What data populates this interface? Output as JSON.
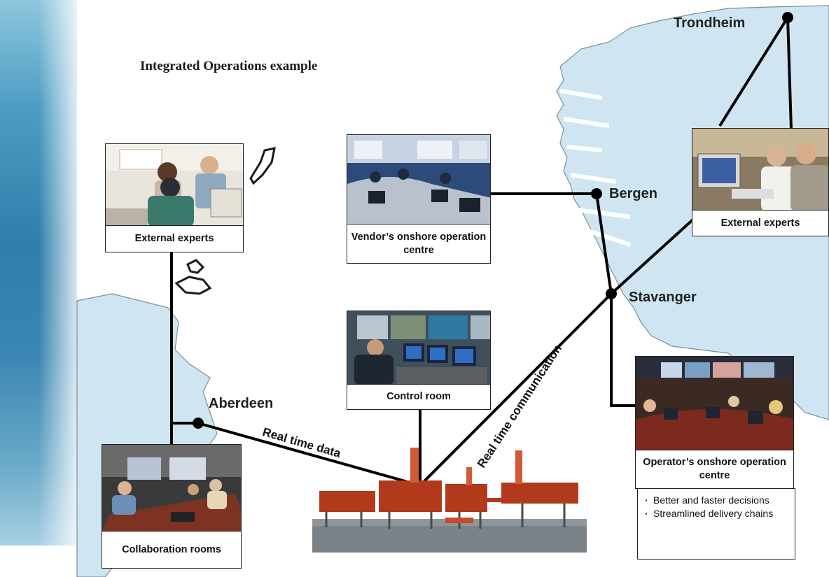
{
  "title": "Integrated Operations example",
  "cities": {
    "trondheim": "Trondheim",
    "bergen": "Bergen",
    "stavanger": "Stavanger",
    "aberdeen": "Aberdeen"
  },
  "cards": {
    "external_experts_uk": "External experts",
    "vendor_centre": "Vendor’s onshore operation centre",
    "external_experts_no": "External experts",
    "control_room": "Control room",
    "operator_centre": "Operator’s onshore operation centre",
    "collaboration_rooms": "Collaboration rooms"
  },
  "links": {
    "real_time_data": "Real time data",
    "real_time_communication": "Real time communication"
  },
  "benefits": [
    "Better and faster decisions",
    "Streamlined delivery chains"
  ],
  "colors": {
    "land": "#cfe6f2",
    "coast": "#7a8f9a",
    "line": "#000000",
    "sea": "#2f7eab"
  }
}
